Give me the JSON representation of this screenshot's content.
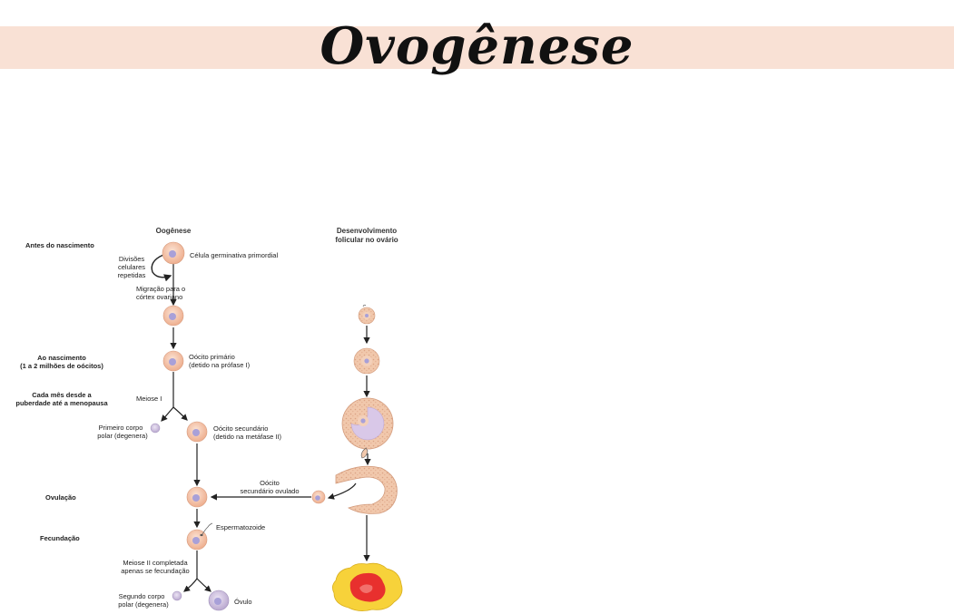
{
  "title": "Ovogênese",
  "headers": {
    "oogenesis": "Oogênese",
    "follicular_1": "Desenvolvimento",
    "follicular_2": "folicular no ovário"
  },
  "stages": {
    "before_birth": "Antes do nascimento",
    "at_birth_1": "Ao nascimento",
    "at_birth_2": "(1 a 2 milhões de oócitos)",
    "monthly_1": "Cada mês desde a",
    "monthly_2": "puberdade até a menopausa",
    "ovulation": "Ovulação",
    "fertilization": "Fecundação"
  },
  "labels": {
    "pgc": "Célula germinativa primordial",
    "divisions_1": "Divisões",
    "divisions_2": "celulares",
    "divisions_3": "repetidas",
    "migration_1": "Migração para o",
    "migration_2": "córtex ovariano",
    "primary_1": "Oócito primário",
    "primary_2": "(detido na prófase I)",
    "meiosis1": "Meiose I",
    "polar1_1": "Primeiro corpo",
    "polar1_2": "polar (degenera)",
    "secondary_1": "Oócito secundário",
    "secondary_2": "(detido na metáfase II)",
    "ovulated_1": "Oócito",
    "ovulated_2": "secundário ovulado",
    "sperm": "Espermatozoide",
    "meiosis2_1": "Meiose II completada",
    "meiosis2_2": "apenas se fecundação",
    "polar2_1": "Segundo corpo",
    "polar2_2": "polar (degenera)",
    "ovum": "Óvulo"
  },
  "colors": {
    "banner": "#f9e1d5",
    "cell": "#f2c2a8",
    "nucleus": "#a8a0d8",
    "follicle": "#e9b999",
    "corpus_luteum_outer": "#f7d23a",
    "corpus_luteum_inner": "#e8302e"
  }
}
